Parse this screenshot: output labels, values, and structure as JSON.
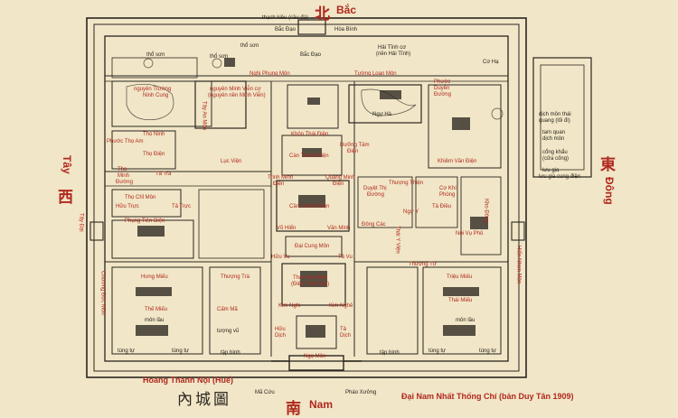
{
  "colors": {
    "paper": "#f1e6c7",
    "ink": "#2b2620",
    "label_red": "#b0281e"
  },
  "directions": {
    "north": {
      "cn": "北",
      "vi": "Bắc"
    },
    "south": {
      "cn": "南",
      "vi": "Nam"
    },
    "west": {
      "cn": "西",
      "vi": "Tây"
    },
    "east": {
      "cn": "東",
      "vi": "Đông"
    }
  },
  "title": "Hoàng Thành Nội (Huế)",
  "title_seal": "內城圖",
  "source": "Đại Nam Nhất Thống Chí (bản Duy Tân 1909)",
  "labels": {
    "thach_kieu": "thạch kiều (cầu đá)",
    "bac_dao": "Bắc Đạo",
    "hoa_binh": "Hòa Bình",
    "tho_son_1": "thổ sơn",
    "tho_son_2": "thổ sơn",
    "tho_son_3": "thổ sơn",
    "bac_dao_2": "Bắc Đạo",
    "hai_tinh_co": "Hải Tĩnh cơ",
    "nen_hai_tinh": "(nền Hải Tĩnh)",
    "co_ha": "Cơ Hạ",
    "nghi_phung_mon": "Nghi Phụng Môn",
    "tuong_loan_mon": "Tường Loan Môn",
    "nguyen_truong_ninh_cung_1": "nguyên Trường",
    "nguyen_truong_ninh_cung_2": "Ninh Cung",
    "nguyen_minh_vien_1": "nguyên Minh Viễn cơ",
    "nguyen_minh_vien_2": "(nguyên nền Minh Viễn)",
    "phuoc_duyen_1": "Phước",
    "phuoc_duyen_2": "Duyên",
    "phuoc_duyen_3": "Đường",
    "ngu_ha": "Ngự Hà",
    "tay_an_mon": "Tây An Môn",
    "phuoc_tho_am": "Phước Thọ Am",
    "tho_ninh": "Thọ Ninh",
    "tho_ninh_dien": "Thọ Điện",
    "khon_thai_dien": "Khôn Thái Điện",
    "duong_tam_dien_1": "Dưỡng Tâm",
    "duong_tam_dien_2": "Điện",
    "can_thanh_dien": "Càn Thành Điện",
    "luc_vien": "Lục Viện",
    "tho_minh_duong_1": "Thọ",
    "tho_minh_duong_2": "Minh",
    "tho_minh_duong_3": "Đường",
    "ta_tra": "Tả Trà",
    "trinh_minh_dien_1": "Trinh Minh",
    "trinh_minh_dien_2": "Điện",
    "quang_minh_dien_1": "Quang Minh",
    "quang_minh_dien_2": "Điện",
    "tho_chi_mon": "Thọ Chỉ Môn",
    "huu_truc": "Hữu Trực",
    "ta_truc": "Tả Trực",
    "can_chanh_dien": "Cần Chánh Điện",
    "duyet_thi_duong_1": "Duyệt Thị",
    "duyet_thi_duong_2": "Đường",
    "thuong_thien": "Thượng Thiện",
    "co_khi_phong_1": "Cơ Khí",
    "co_khi_phong_2": "Phòng",
    "tay_dai_mon": "Tây Đại",
    "phung_tien_dien": "Phụng Tiên Điện",
    "van_minh": "Văn Minh",
    "vo_hien": "Võ Hiển",
    "dong_cac": "Đông Các",
    "ngu_y": "Ngự Y",
    "ta_dieu": "Tả Điều",
    "thai_y_vien": "Thái Y Viện",
    "noi_vu_phu": "Nội Vụ Phủ",
    "khu_dong": "Kho Đông",
    "dai_cung_mon": "Đại Cung Môn",
    "huu_vu": "Hữu Vu",
    "ta_vu": "Tả Vu",
    "thuong_tu": "Thượng Tứ",
    "hien_nhon_mon": "Hiển Nhơn Môn",
    "chuong_duc_mon": "Chương Đức Môn",
    "hung_mieu": "Hưng Miếu",
    "thuong_tra": "Thượng Trà",
    "thai_hoa_dien_1": "Thái Hòa Điện",
    "thai_hoa_dien_2": "(Điện Thái Hòa)",
    "trieu_mieu": "Triệu Miếu",
    "the_mieu": "Thế Miếu",
    "thai_mieu": "Thái Miếu",
    "cam_ma": "Cấm Mã",
    "kim_nghi": "Kim Nghi",
    "kim_nghe": "Kim Nghê",
    "mon_lau_1": "môn lầu",
    "mon_lau_2": "môn lầu",
    "tuong_vu": "tượng vũ",
    "huu_dich_1": "Hữu",
    "huu_dich_2": "Dịch",
    "ta_dich_1": "Tả",
    "ta_dich_2": "Dịch",
    "tung_tu_1": "tùng tự",
    "tung_tu_2": "tùng tự",
    "tung_tu_3": "tùng tự",
    "tung_tu_4": "tùng tự",
    "tap_binh_1": "tập bình",
    "tap_binh_2": "tập bình",
    "ngo_mon": "Ngọ Môn",
    "ma_cuu": "Mã Cứu",
    "phao_xuong": "Pháo Xưởng",
    "dich_mon_thai_1": "dịch môn thái",
    "dich_mon_thai_2": "quang (lối đi)",
    "tam_quan_1": "tam quan",
    "tam_quan_2": "dịch môn",
    "cong_khau_1": "cổng khẩu",
    "cong_khau_2": "(cửa cống)",
    "luu_gia_1": "lưu gia",
    "luu_gia_2": "lưu gia cung điện",
    "khiem_van_dien": "Khiêm Văn Điện"
  }
}
